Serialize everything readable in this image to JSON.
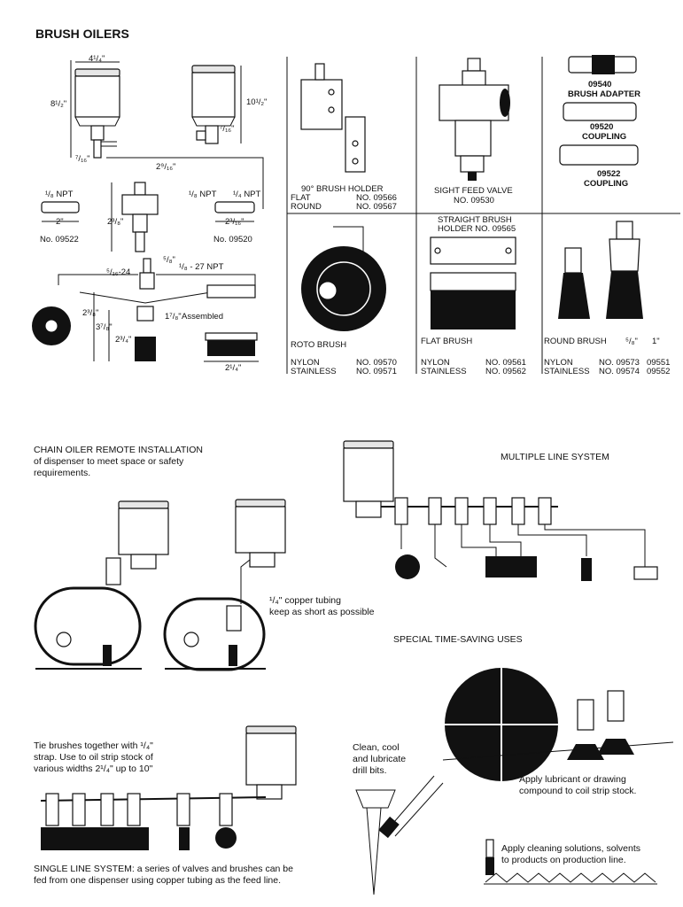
{
  "title": "BRUSH OILERS",
  "dims": {
    "d_width": "4¹/₄\"",
    "d_height_left": "8¹/₂\"",
    "d_height_right": "10¹/₂\"",
    "d_7_16_left": "⁷/₁₆\"",
    "d_7_16_right": "⁷/₁₆\"",
    "d_2_9_16": "2⁹/₁₆\"",
    "d_npt_18_left": "¹/₈ NPT",
    "d_npt_18_mid": "¹/₈ NPT",
    "d_npt_14": "¹/₄ NPT",
    "d_2in": "2\"",
    "d_2_3_8": "2³/₈\"",
    "d_2_3_16": "2³/₁₆\"",
    "d_5_8": "⁵/₈\"",
    "d_5_16_24": "⁵/₁₆-24",
    "d_1_8_27": "¹/₈ - 27 NPT",
    "d_2_3_8b": "2³/₈\"",
    "d_3_7_8": "3⁷/₈\"",
    "d_2_3_4": "2³/₄\"",
    "d_1_7_8": "1⁷/₈\"",
    "assembled": "Assembled",
    "d_2_1_4": "2¹/₄\""
  },
  "parts": {
    "no_09522": "No. 09522",
    "no_09520": "No. 09520",
    "holder_title": "90° BRUSH HOLDER",
    "holder_flat": "FLAT",
    "holder_flat_no": "NO. 09566",
    "holder_round": "ROUND",
    "holder_round_no": "NO. 09567",
    "sight_title": "SIGHT FEED VALVE",
    "sight_no": "NO. 09530",
    "adapter_no": "09540",
    "adapter_name": "BRUSH ADAPTER",
    "coupling1_no": "09520",
    "coupling1_name": "COUPLING",
    "coupling2_no": "09522",
    "coupling2_name": "COUPLING",
    "roto_title": "ROTO BRUSH",
    "roto_nylon": "NYLON",
    "roto_nylon_no": "NO. 09570",
    "roto_stainless": "STAINLESS",
    "roto_stainless_no": "NO. 09571",
    "straight_title_1": "STRAIGHT BRUSH",
    "straight_title_2": "HOLDER NO. 09565",
    "flat_title": "FLAT BRUSH",
    "flat_nylon": "NYLON",
    "flat_nylon_no": "NO. 09561",
    "flat_stainless": "STAINLESS",
    "flat_stainless_no": "NO. 09562",
    "round_title": "ROUND BRUSH",
    "round_col1": "⁵/₈\"",
    "round_col2": "1\"",
    "round_nylon": "NYLON",
    "round_nylon_no1": "NO. 09573",
    "round_nylon_no2": "09551",
    "round_stainless": "STAINLESS",
    "round_stainless_no1": "NO. 09574",
    "round_stainless_no2": "09552"
  },
  "lower": {
    "chain_title": "CHAIN OILER REMOTE INSTALLATION",
    "chain_sub_1": "of dispenser to meet space or safety",
    "chain_sub_2": "requirements.",
    "multi_title": "MULTIPLE LINE SYSTEM",
    "copper_1": "¹/₄\" copper tubing",
    "copper_2": "keep as short as possible",
    "special_title": "SPECIAL TIME-SAVING USES",
    "tie_1": "Tie brushes together with ¹/₄\"",
    "tie_2": "strap.  Use to oil strip stock of",
    "tie_3": "various widths 2¹/₄\" up to 10\"",
    "drill_1": "Clean, cool",
    "drill_2": "and lubricate",
    "drill_3": "drill bits.",
    "coil_1": "Apply lubricant or drawing",
    "coil_2": "compound to coil strip stock.",
    "clean_1": "Apply cleaning solutions, solvents",
    "clean_2": "to products on production line.",
    "single_1": "SINGLE LINE SYSTEM:  a series of valves and brushes can be",
    "single_2": "fed from one dispenser using copper tubing as the feed line."
  }
}
